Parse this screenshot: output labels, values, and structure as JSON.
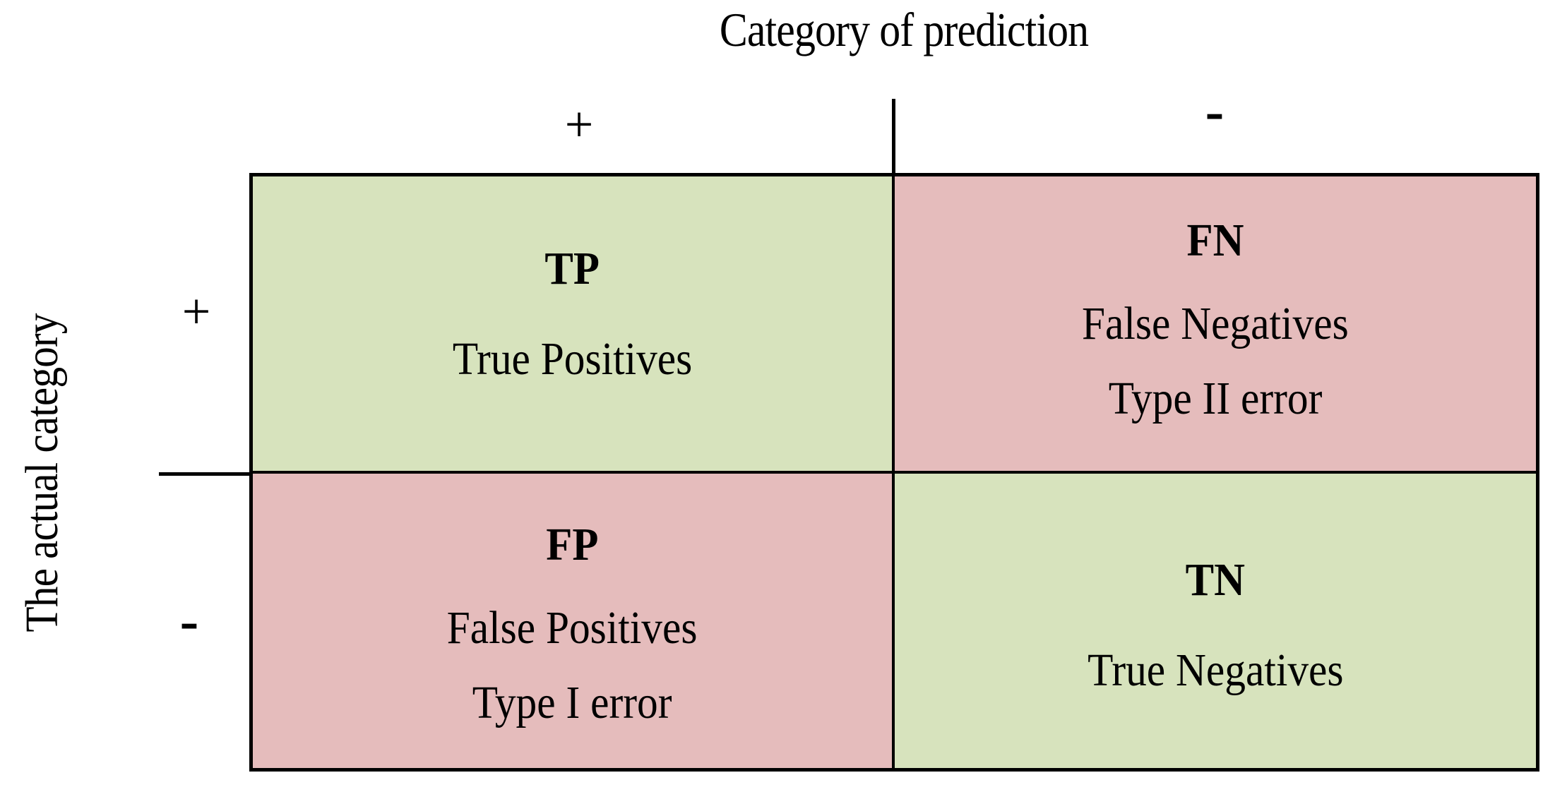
{
  "figure": {
    "type": "confusion-matrix",
    "column_axis_title": "Category of prediction",
    "row_axis_title": "The actual category",
    "column_headers": [
      "+",
      "-"
    ],
    "row_headers": [
      "+",
      "-"
    ],
    "colors": {
      "correct_fill": "#d7e3bd",
      "error_fill": "#e5bcbc",
      "border": "#000000",
      "background": "#ffffff",
      "text": "#000000"
    },
    "cells": {
      "tp": {
        "abbr": "TP",
        "name": "True Positives",
        "note": "",
        "fill": "#d7e3bd",
        "actual": "+",
        "predicted": "+"
      },
      "fn": {
        "abbr": "FN",
        "name": "False Negatives",
        "note": "Type II error",
        "fill": "#e5bcbc",
        "actual": "+",
        "predicted": "-"
      },
      "fp": {
        "abbr": "FP",
        "name": "False Positives",
        "note": "Type I error",
        "fill": "#e5bcbc",
        "actual": "-",
        "predicted": "+"
      },
      "tn": {
        "abbr": "TN",
        "name": "True Negatives",
        "note": "",
        "fill": "#d7e3bd",
        "actual": "-",
        "predicted": "-"
      }
    }
  }
}
